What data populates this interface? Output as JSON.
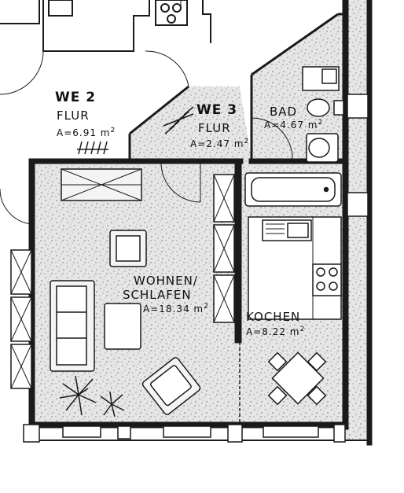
{
  "labels": {
    "we2_unit": "WE 2",
    "we2_room": "FLUR",
    "we2_area": "A=6.91 m",
    "we3_unit": "WE 3",
    "we3_room": "FLUR",
    "we3_area": "A=2.47 m",
    "bad_room": "BAD",
    "bad_area": "A=4.67 m",
    "wohnen_room_1": "WOHNEN/",
    "wohnen_room_2": "SCHLAFEN",
    "wohnen_area": "A=18.34 m",
    "kochen_room": "KOCHEN",
    "kochen_area": "A=8.22 m",
    "unit_sup": "2"
  },
  "colors": {
    "wall": "#1a1a1a",
    "speckle": "#9a9a9a",
    "paper": "#ffffff"
  }
}
